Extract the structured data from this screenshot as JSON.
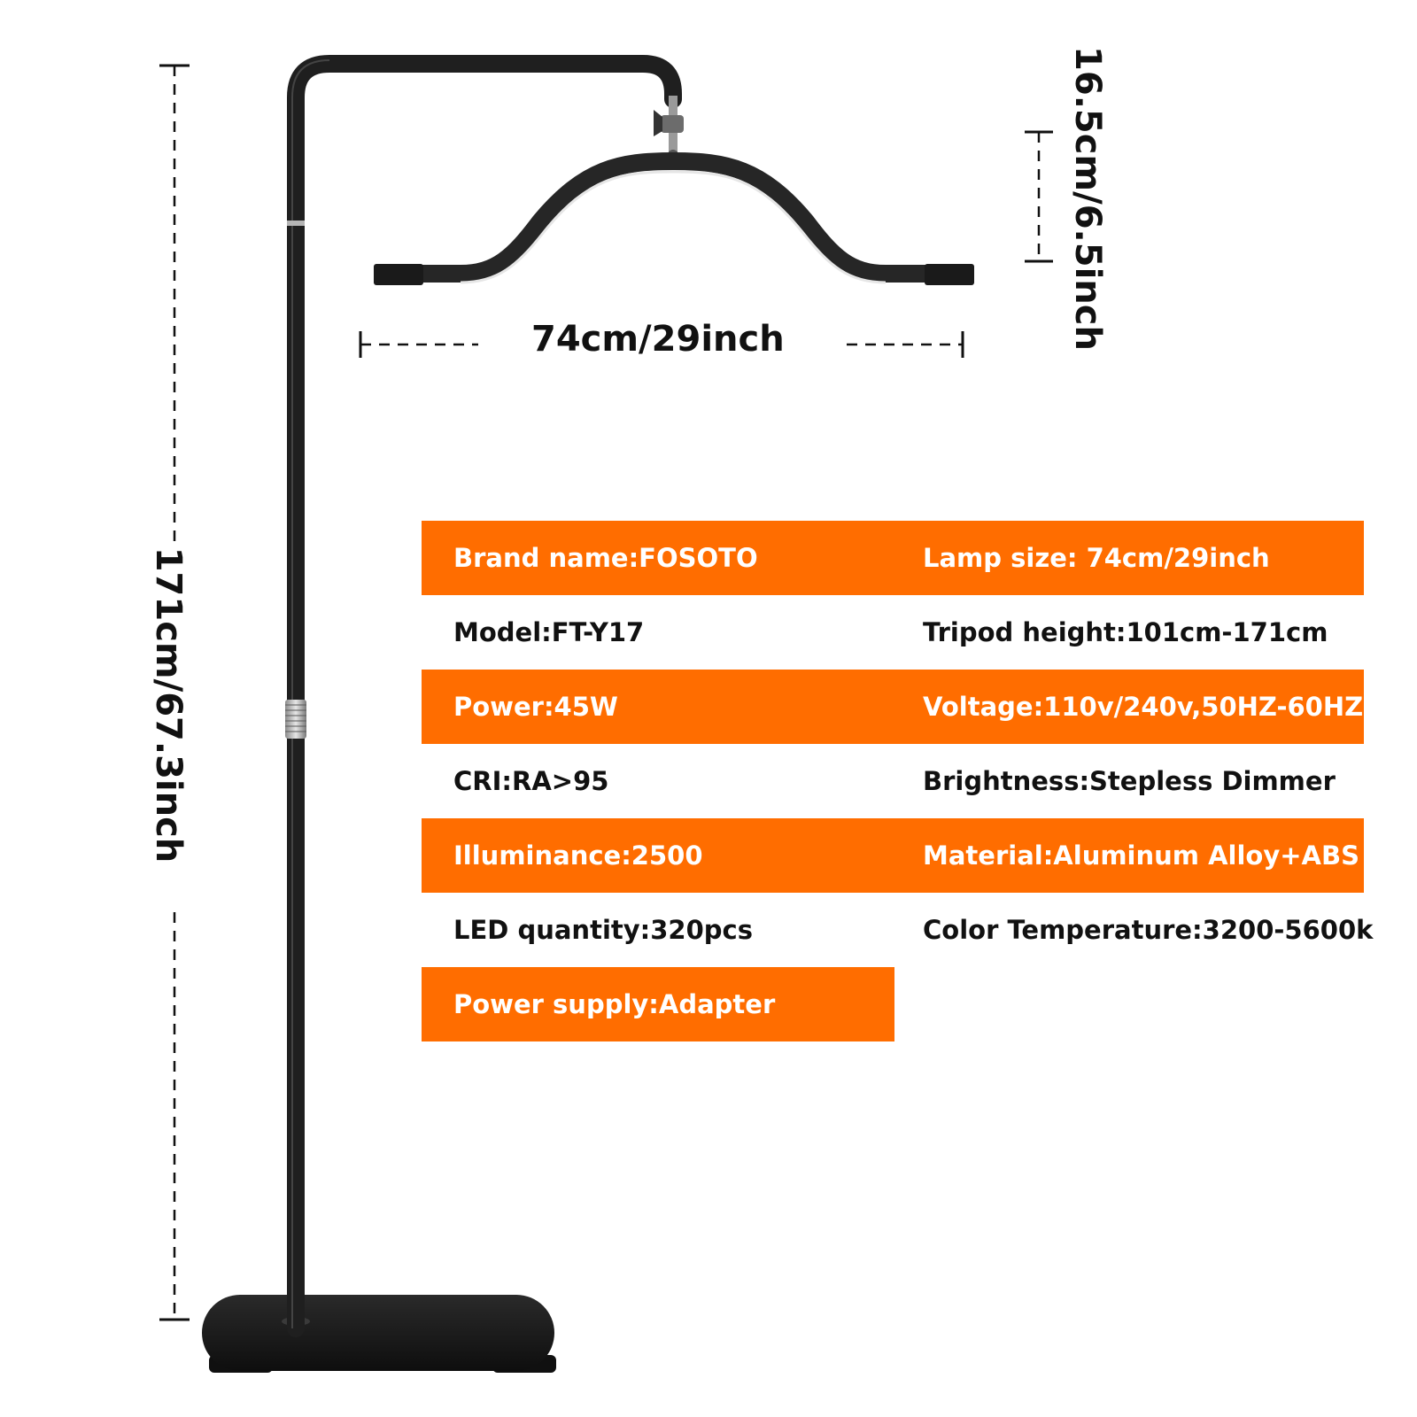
{
  "dimensions": {
    "width": "74cm/29inch",
    "total_height": "171cm/67.3inch",
    "lamp_height": "16.5cm/6.5inch"
  },
  "specs": [
    {
      "left": "Brand name:FOSOTO",
      "right": "Lamp size: 74cm/29inch"
    },
    {
      "left": "Model:FT-Y17",
      "right": "Tripod height:101cm-171cm"
    },
    {
      "left": "Power:45W",
      "right": "Voltage:110v/240v,50HZ-60HZ"
    },
    {
      "left": "CRI:RA>95",
      "right": "Brightness:Stepless Dimmer"
    },
    {
      "left": "Illuminance:2500",
      "right": "Material:Aluminum Alloy+ABS"
    },
    {
      "left": "LED quantity:320pcs",
      "right": "Color Temperature:3200-5600k"
    },
    {
      "left": "Power supply:Adapter"
    }
  ],
  "colors": {
    "accent": "#ff6d00",
    "lamp_body": "#1f1f1f",
    "text_dark": "#111111",
    "text_light": "#ffffff"
  }
}
